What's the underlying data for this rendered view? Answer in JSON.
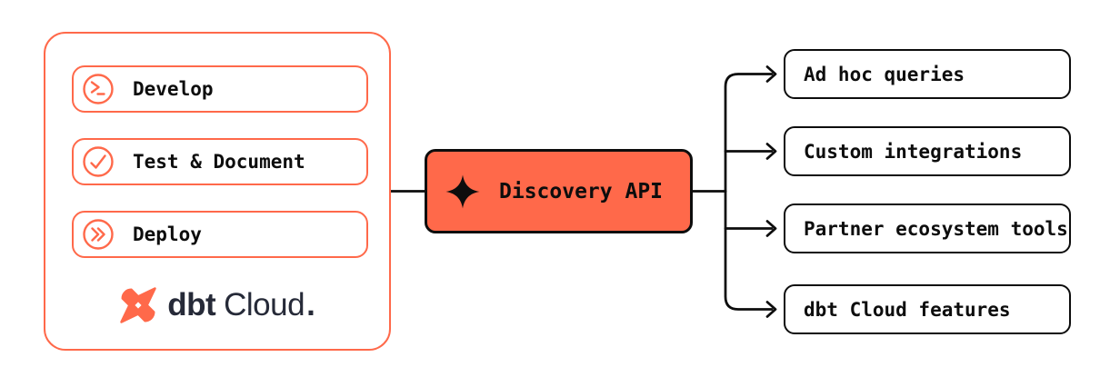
{
  "colors": {
    "orange": "#FF694A",
    "ink": "#0D0D0D",
    "navy": "#262A38",
    "background": "#FFFFFF"
  },
  "dbt_cloud_panel": {
    "steps": [
      {
        "label": "Develop",
        "icon": "terminal-prompt-icon"
      },
      {
        "label": "Test & Document",
        "icon": "check-circle-icon"
      },
      {
        "label": "Deploy",
        "icon": "double-chevron-right-icon"
      }
    ],
    "logo": {
      "mark": "dbt-pinwheel-icon",
      "name_bold": "dbt",
      "name_regular": "Cloud",
      "trademark_dot": "."
    }
  },
  "api_node": {
    "label": "Discovery API",
    "icon": "sparkle-icon"
  },
  "consumers": [
    {
      "label": "Ad hoc queries"
    },
    {
      "label": "Custom integrations"
    },
    {
      "label": "Partner ecosystem tools"
    },
    {
      "label": "dbt Cloud features"
    }
  ]
}
